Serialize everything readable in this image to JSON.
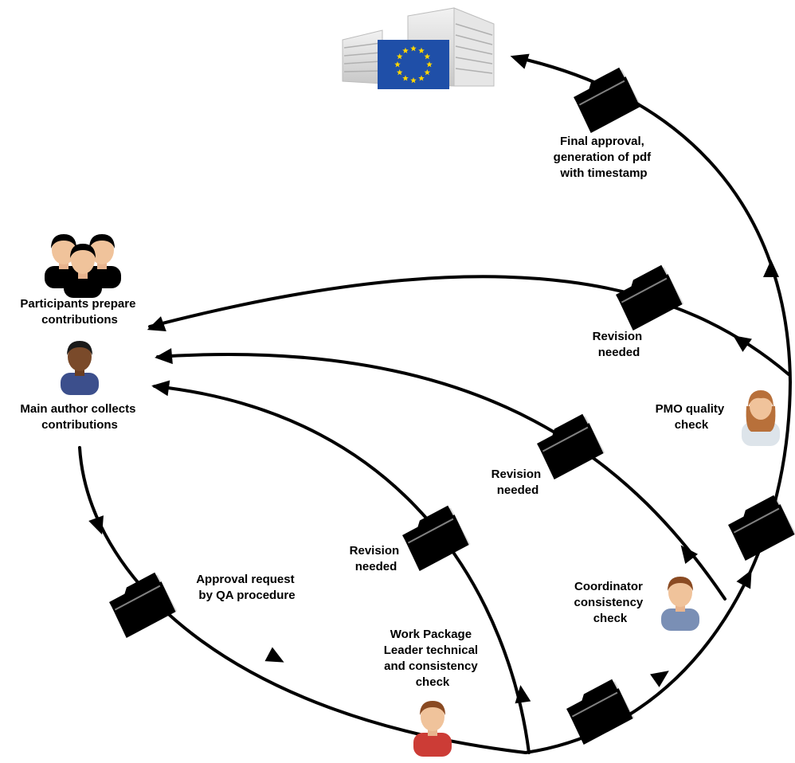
{
  "colors": {
    "line": "#000000",
    "folder_blue": "#2f7fe6",
    "folder_red": "#e8262f",
    "folder_green": "#3fbf3f",
    "eu_flag_blue": "#1f4fa8",
    "eu_star": "#ffd700"
  },
  "icons": {
    "commission": "eu-commission-building-icon",
    "group": "people-group-icon",
    "main_author": "person-icon",
    "pmo": "person-female-icon",
    "coordinator": "person-icon",
    "wp_leader": "person-icon",
    "folder": "folder-icon"
  },
  "labels": {
    "participants": [
      "Participants prepare",
      "contributions"
    ],
    "main_author": [
      "Main author collects",
      "contributions"
    ],
    "approval_request": [
      "Approval request",
      "by QA procedure"
    ],
    "wp_leader": [
      "Work Package",
      "Leader technical",
      "and consistency",
      "check"
    ],
    "coordinator": [
      "Coordinator",
      "consistency",
      "check"
    ],
    "pmo": [
      "PMO quality",
      "check"
    ],
    "final_approval": [
      "Final approval,",
      "generation of pdf",
      "with timestamp"
    ],
    "revision_1": [
      "Revision",
      "needed"
    ],
    "revision_2": [
      "Revision",
      "needed"
    ],
    "revision_3": [
      "Revision",
      "needed"
    ]
  }
}
